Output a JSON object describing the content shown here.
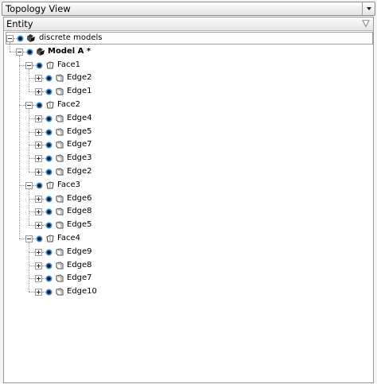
{
  "window": {
    "title": "Topology View"
  },
  "header": {
    "column": "Entity"
  },
  "colors": {
    "eye": "#3e8bd4",
    "selection_border": "#a0a0a0"
  },
  "tree": [
    {
      "label": "discrete models",
      "level": 0,
      "type": "root",
      "expanded": true
    },
    {
      "label": "Model A *",
      "level": 1,
      "type": "model",
      "expanded": true,
      "bold": true
    },
    {
      "label": "Face1",
      "level": 2,
      "type": "face",
      "expanded": true
    },
    {
      "label": "Edge2",
      "level": 3,
      "type": "edge",
      "expanded": false
    },
    {
      "label": "Edge1",
      "level": 3,
      "type": "edge",
      "expanded": false
    },
    {
      "label": "Face2",
      "level": 2,
      "type": "face",
      "expanded": true
    },
    {
      "label": "Edge4",
      "level": 3,
      "type": "edge",
      "expanded": false
    },
    {
      "label": "Edge5",
      "level": 3,
      "type": "edge",
      "expanded": false
    },
    {
      "label": "Edge7",
      "level": 3,
      "type": "edge",
      "expanded": false
    },
    {
      "label": "Edge3",
      "level": 3,
      "type": "edge",
      "expanded": false
    },
    {
      "label": "Edge2",
      "level": 3,
      "type": "edge",
      "expanded": false
    },
    {
      "label": "Face3",
      "level": 2,
      "type": "face",
      "expanded": true
    },
    {
      "label": "Edge6",
      "level": 3,
      "type": "edge",
      "expanded": false
    },
    {
      "label": "Edge8",
      "level": 3,
      "type": "edge",
      "expanded": false
    },
    {
      "label": "Edge5",
      "level": 3,
      "type": "edge",
      "expanded": false
    },
    {
      "label": "Face4",
      "level": 2,
      "type": "face",
      "expanded": true
    },
    {
      "label": "Edge9",
      "level": 3,
      "type": "edge",
      "expanded": false
    },
    {
      "label": "Edge8",
      "level": 3,
      "type": "edge",
      "expanded": false
    },
    {
      "label": "Edge7",
      "level": 3,
      "type": "edge",
      "expanded": false
    },
    {
      "label": "Edge10",
      "level": 3,
      "type": "edge",
      "expanded": false
    }
  ]
}
